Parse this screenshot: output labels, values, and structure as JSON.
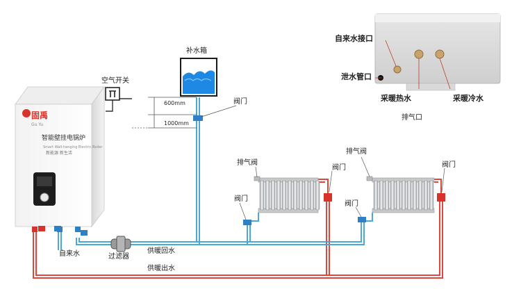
{
  "boiler": {
    "brand": "固禹",
    "brand_sub": "Gu Yu",
    "model_cn": "智能壁挂电锅炉",
    "model_en": "Smart Wall-hanging Electric Boiler",
    "slogan": "新能源 新生活"
  },
  "labels": {
    "air_switch": "空气开关",
    "makeup_tank": "补水箱",
    "height_600": "600mm",
    "height_1000": "1000mm",
    "valve": "阀门",
    "vent_valve": "排气阀",
    "tap_water": "自来水",
    "filter": "过滤器",
    "heating_return": "供暖回水",
    "heating_supply": "供暖出水",
    "inlet_tap": "自来水接口",
    "drain_pipe": "泄水管口",
    "heating_hot": "采暖热水",
    "heating_cold": "采暖冷水",
    "vent_port": "排气口"
  },
  "colors": {
    "hot_pipe": "#e0463c",
    "cold_pipe": "#4aa8d8",
    "tank_water": "#1e88e5",
    "valve_red": "#d8332a",
    "valve_blue": "#2f7fc4"
  }
}
